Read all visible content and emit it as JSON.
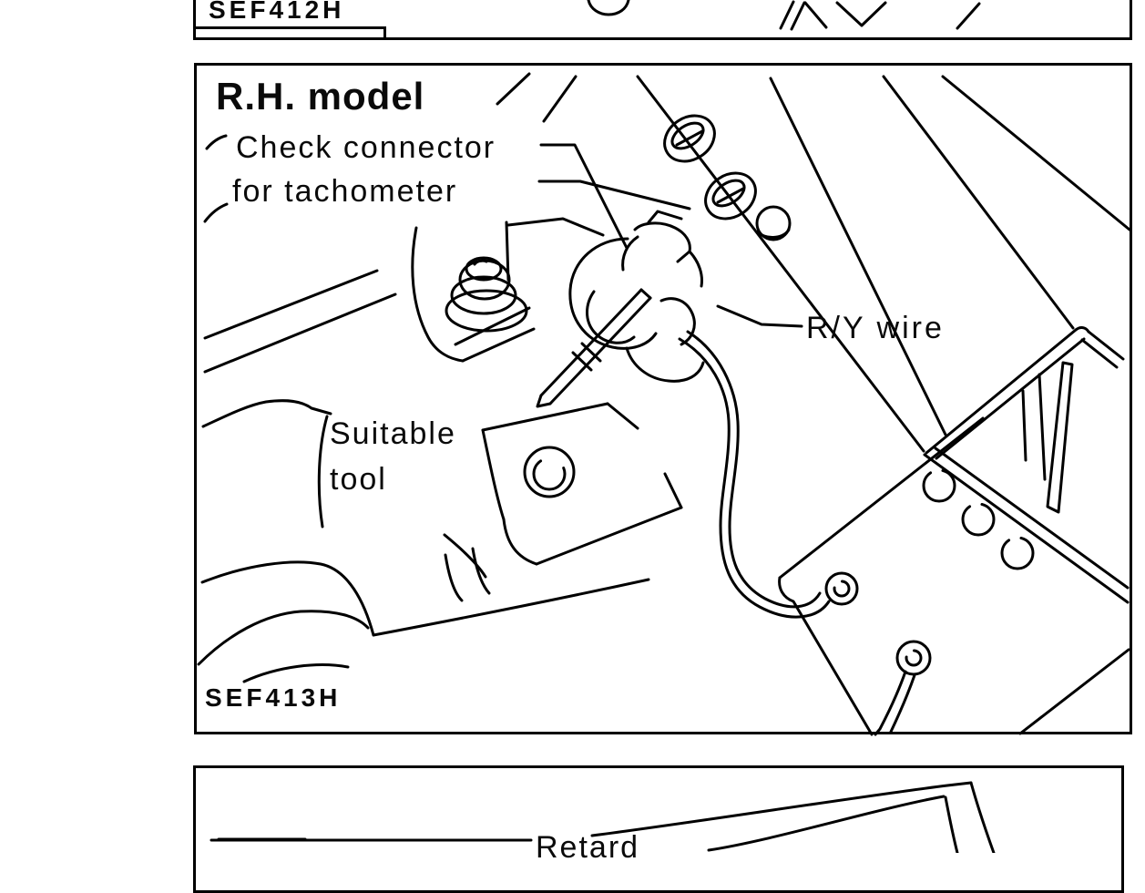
{
  "colors": {
    "ink": "#000000",
    "paper": "#ffffff"
  },
  "figure": {
    "top_panel": {
      "figure_code": "SEF412H"
    },
    "middle_panel": {
      "title": "R.H. model",
      "callout_check_connector_1": "Check connector",
      "callout_check_connector_2": "for tachometer",
      "callout_ry_wire": "R/Y wire",
      "callout_suitable_tool_1": "Suitable",
      "callout_suitable_tool_2": "tool",
      "figure_code": "SEF413H"
    },
    "bottom_panel": {
      "callout_retard": "Retard"
    }
  }
}
